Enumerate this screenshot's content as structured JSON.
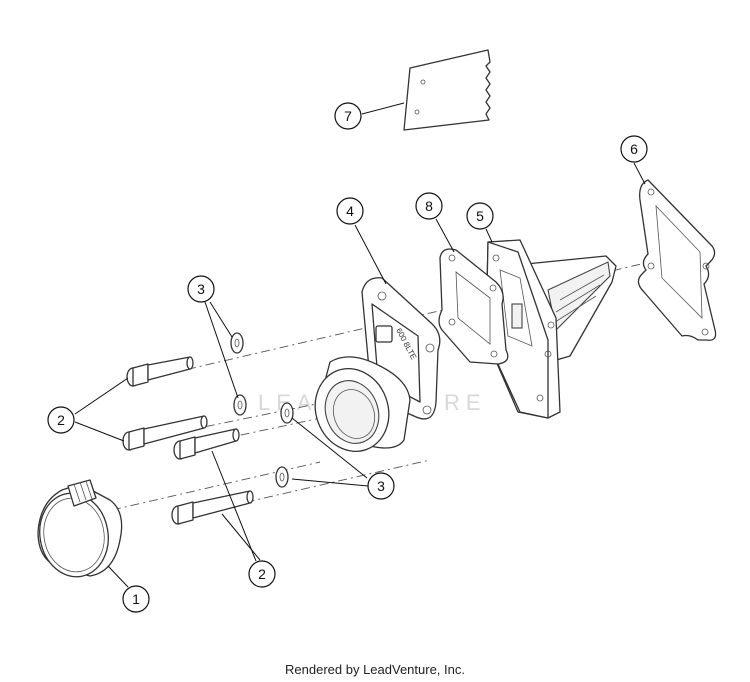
{
  "callouts": [
    {
      "label": "1"
    },
    {
      "label": "2"
    },
    {
      "label": "2"
    },
    {
      "label": "3"
    },
    {
      "label": "3"
    },
    {
      "label": "4"
    },
    {
      "label": "5"
    },
    {
      "label": "6"
    },
    {
      "label": "7"
    },
    {
      "label": "8"
    }
  ],
  "part_stamp": "600 8LTE",
  "watermark": "LEADVENTURE",
  "footer": "Rendered by LeadVenture, Inc."
}
